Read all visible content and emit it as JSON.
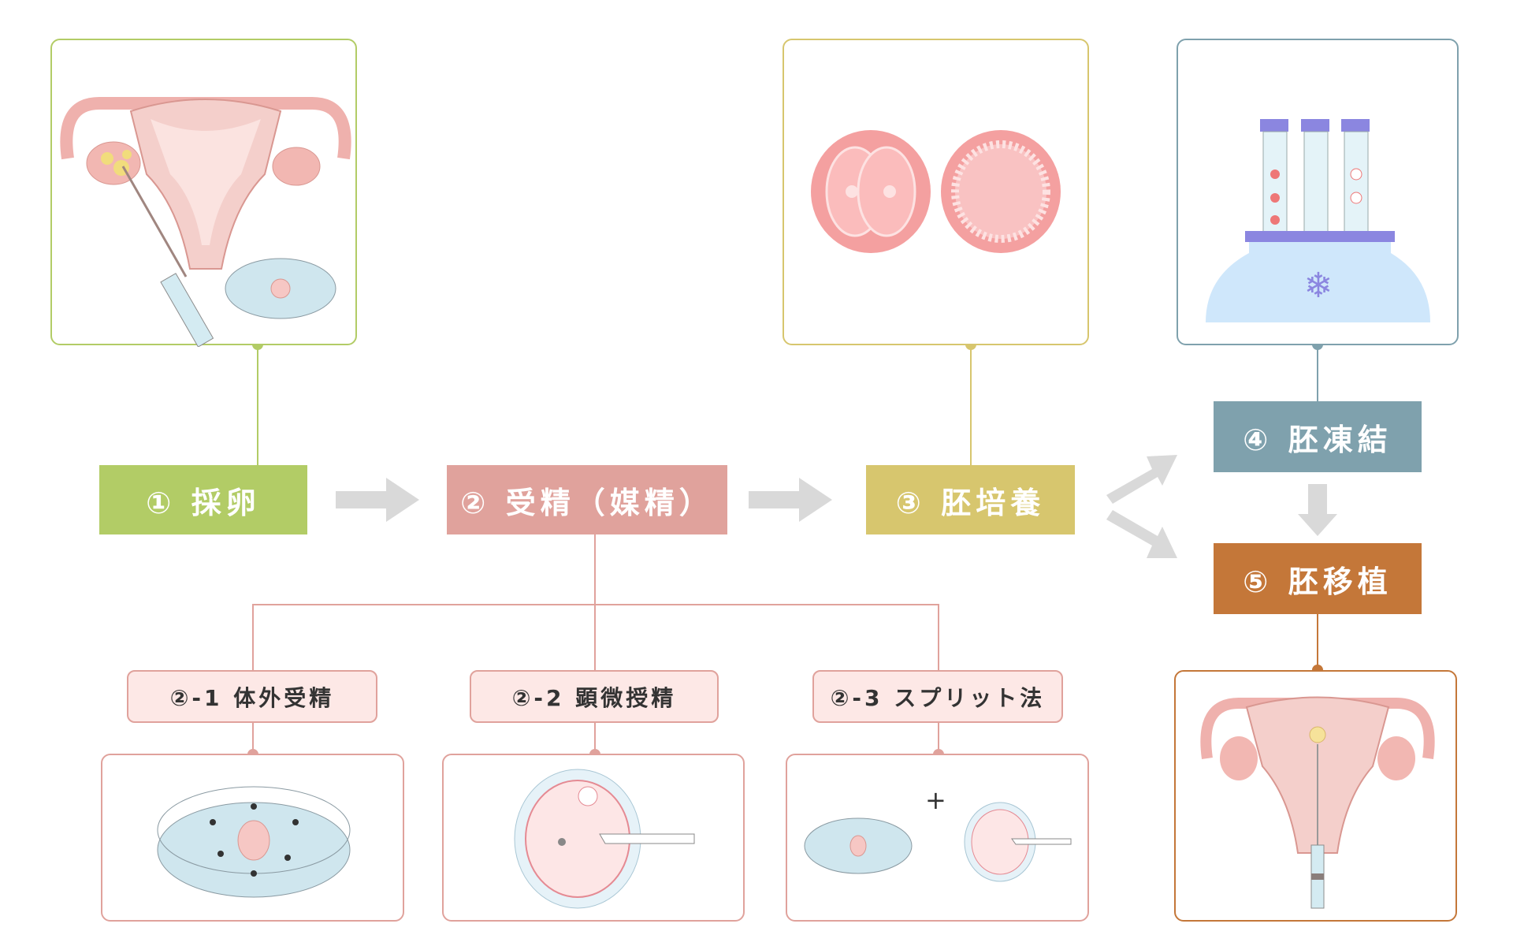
{
  "colors": {
    "step1": "#b2cc66",
    "step2": "#e0a29c",
    "step3": "#d7c66e",
    "step4": "#7fa1ad",
    "step5": "#c47739",
    "arrow": "#d9d9d9",
    "sub_fill": "#fde8e6"
  },
  "steps": [
    {
      "id": 1,
      "label": "① 採卵",
      "illustration": "ovary-egg-retrieval-with-needle-and-petri-dish"
    },
    {
      "id": 2,
      "label": "② 受精（媒精）"
    },
    {
      "id": 3,
      "label": "③ 胚培養",
      "illustration": "two-cell-embryo-and-blastocyst"
    },
    {
      "id": 4,
      "label": "④ 胚凍結",
      "illustration": "cryo-tubes-in-freezer-with-snowflake"
    },
    {
      "id": 5,
      "label": "⑤ 胚移植",
      "illustration": "uterus-embryo-transfer-catheter"
    }
  ],
  "substeps": [
    {
      "id": "2-1",
      "label": "②-1 体外受精",
      "illustration": "petri-dish-egg-surrounded-by-sperm"
    },
    {
      "id": "2-2",
      "label": "②-2 顕微授精",
      "illustration": "icsi-pipette-injecting-sperm-into-egg"
    },
    {
      "id": "2-3",
      "label": "②-3 スプリット法",
      "illustration": "petri-dish-plus-icsi",
      "plus_sign": "+"
    }
  ]
}
